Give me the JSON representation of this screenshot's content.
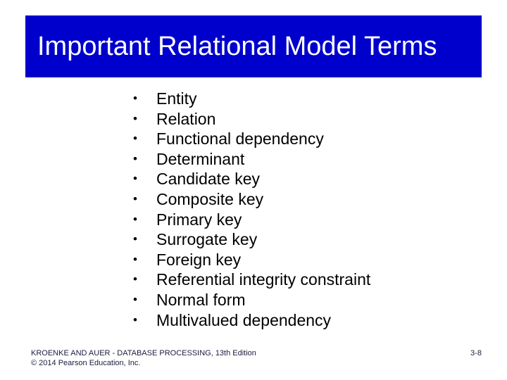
{
  "slide": {
    "title": "Important Relational Model Terms",
    "title_banner_color": "#0000CC",
    "title_text_color": "#FFFFFF",
    "background_color": "#FFFFFF",
    "body_text_color": "#000000",
    "footer_text_color": "#1B1B3F",
    "bullet_glyph": "•",
    "bullets": [
      {
        "label": "Entity"
      },
      {
        "label": "Relation"
      },
      {
        "label": "Functional dependency"
      },
      {
        "label": "Determinant"
      },
      {
        "label": "Candidate key"
      },
      {
        "label": "Composite key"
      },
      {
        "label": "Primary key"
      },
      {
        "label": "Surrogate key"
      },
      {
        "label": "Foreign key"
      },
      {
        "label": "Referential integrity constraint"
      },
      {
        "label": "Normal form"
      },
      {
        "label": "Multivalued dependency"
      }
    ],
    "footer": {
      "credit": "KROENKE AND AUER - DATABASE PROCESSING, 13th Edition",
      "copyright": "© 2014 Pearson Education, Inc.",
      "slide_number": "3-8"
    }
  }
}
